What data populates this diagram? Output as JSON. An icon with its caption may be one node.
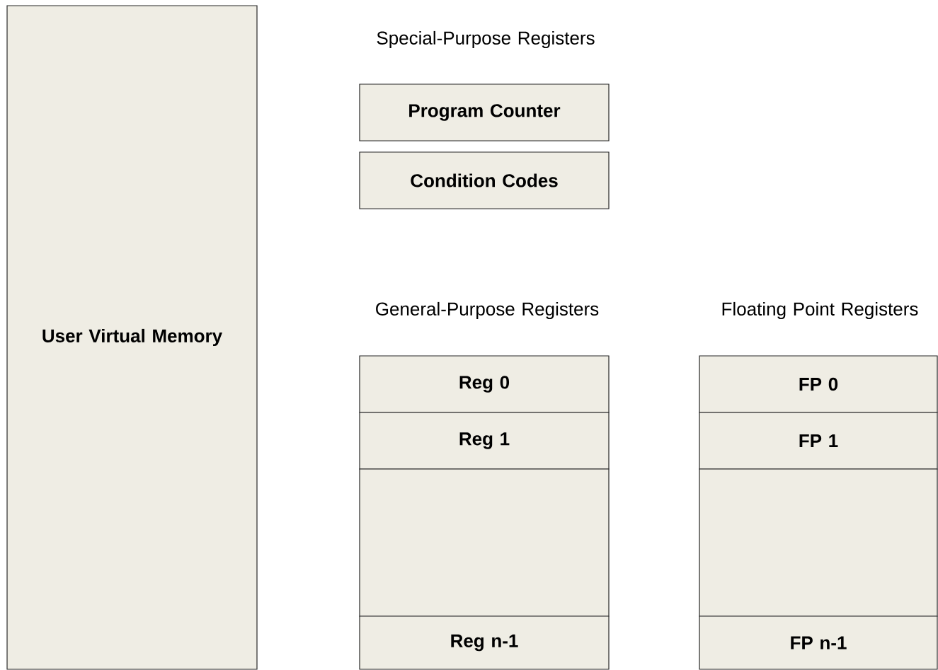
{
  "diagram": {
    "nodes": [
      {
        "text": [
          "User Virtual Memory"
        ]
      },
      {
        "text": [
          "Program Counter"
        ]
      },
      {
        "text": [
          "Condition Codes"
        ]
      },
      {
        "text": [
          "Reg 0"
        ]
      },
      {
        "text": [
          "Reg 1"
        ]
      },
      {
        "text": [],
        "shape": "box"
      },
      {
        "text": [
          "Reg n-1"
        ]
      },
      {
        "text": [
          "FP 0"
        ]
      },
      {
        "text": [
          "FP 1"
        ]
      },
      {
        "text": [],
        "shape": "box"
      },
      {
        "text": [
          "FP n-1"
        ]
      }
    ],
    "labels": [
      "Special-Purpose Registers",
      "General-Purpose Registers",
      "Floating Point Registers"
    ]
  }
}
